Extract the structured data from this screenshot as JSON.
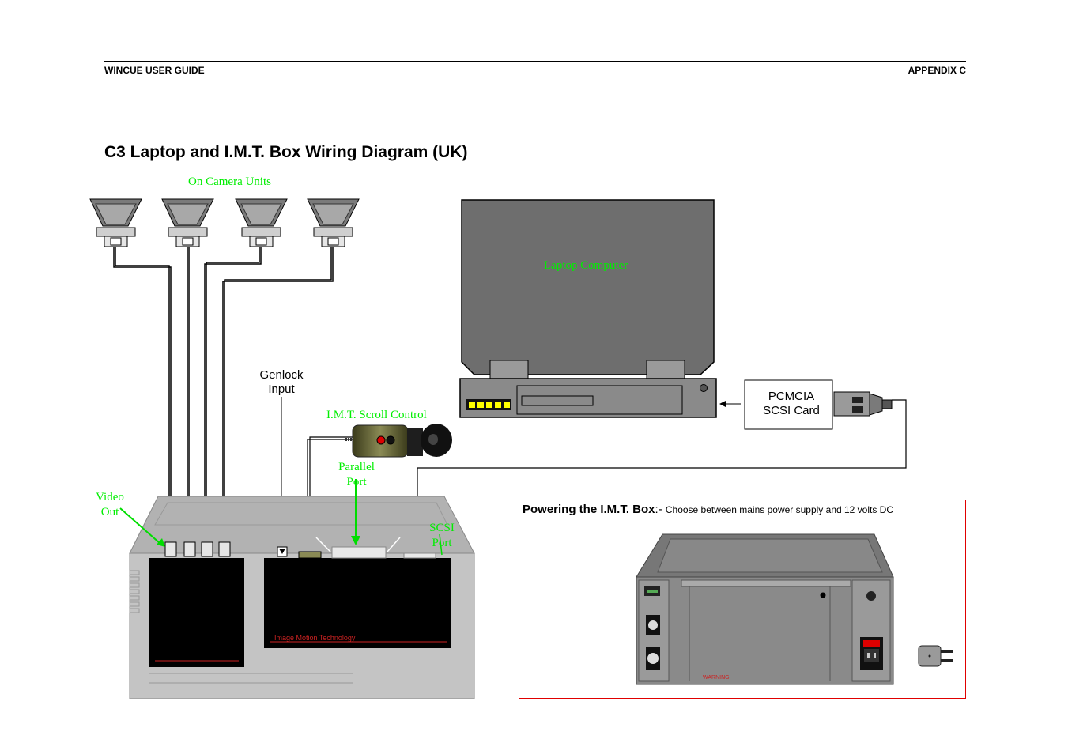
{
  "header": {
    "left": "WINCUE USER GUIDE",
    "right": "APPENDIX C"
  },
  "title": "C3 Laptop and I.M.T. Box Wiring Diagram (UK)",
  "labels": {
    "on_camera_units": "On Camera Units",
    "laptop_computer": "Laptop Computer",
    "genlock_line1": "Genlock",
    "genlock_line2": "Input",
    "scroll_control": "I.M.T. Scroll Control",
    "parallel_line1": "Parallel",
    "parallel_line2": "Port",
    "video_line1": "Video",
    "video_line2": "Out",
    "scsi_line1": "SCSI",
    "scsi_line2": "Port",
    "pcmcia_line1": "PCMCIA",
    "pcmcia_line2": "SCSI Card",
    "imt_brand": "Image Motion Technology",
    "warning": "WARNING"
  },
  "power": {
    "heading": "Powering the I.M.T. Box",
    "separator": ":- ",
    "text": "Choose between mains power supply and 12 volts DC"
  },
  "colors": {
    "label_green": "#00ee00",
    "border_red": "#e00000",
    "brand_red": "#cc2222"
  }
}
